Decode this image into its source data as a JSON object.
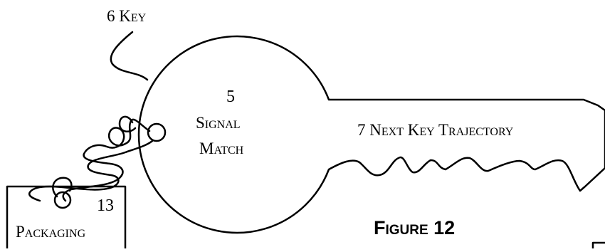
{
  "labels": {
    "key": "6 Key",
    "signal_number": "5",
    "signal_line1": "Signal",
    "signal_line2": "Match",
    "trajectory": "7 Next Key Trajectory",
    "packaging_number": "13",
    "packaging": "Packaging",
    "figure_caption": "Figure 12"
  }
}
